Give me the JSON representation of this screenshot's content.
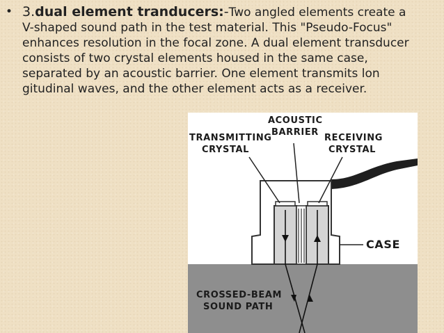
{
  "slide": {
    "bullet": "•",
    "number": "3.",
    "heading": "dual element tranducers:",
    "dash": "-",
    "body_lines": [
      "Two angled elements create a",
      "V-shaped sound path in the test material. This \"Pseudo-Focus\"",
      "enhances resolution in the focal zone. A dual element transducer",
      "consists of two crystal elements housed in the same case,",
      "separated by an acoustic barrier. One element transmits lon",
      "gitudinal waves, and the other element acts as a receiver."
    ]
  },
  "diagram": {
    "labels": {
      "acoustic_1": "ACOUSTIC",
      "acoustic_2": "BARRIER",
      "transmitting_1": "TRANSMITTING",
      "transmitting_2": "CRYSTAL",
      "receiving_1": "RECEIVING",
      "receiving_2": "CRYSTAL",
      "case": "CASE",
      "crossed_1": "CROSSED-BEAM",
      "crossed_2": "SOUND PATH"
    }
  }
}
